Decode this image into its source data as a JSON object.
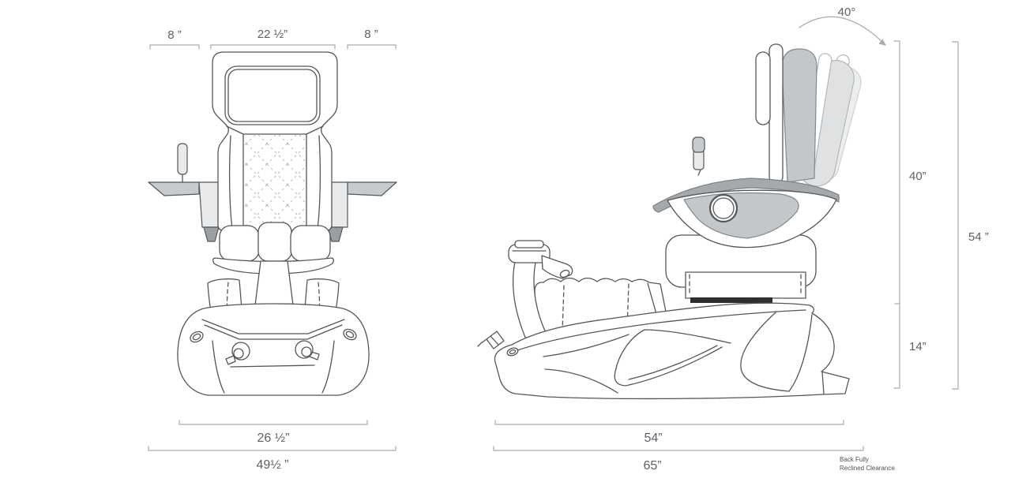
{
  "front_view": {
    "dims_top": [
      {
        "label": "8 ”"
      },
      {
        "label": "22 ½”"
      },
      {
        "label": "8 ”"
      }
    ],
    "dims_bottom": [
      {
        "label": "26 ½”"
      },
      {
        "label": "49½ ”"
      }
    ]
  },
  "side_view": {
    "recline_angle": "40°",
    "dims_right": {
      "back_height": "40”",
      "overall_height": "54 ”",
      "base_height": "14”"
    },
    "dims_bottom": [
      {
        "label": "54”"
      },
      {
        "label": "65”"
      }
    ],
    "note_line1": "Back Fully",
    "note_line2": "Reclined Clearance"
  },
  "colors": {
    "line": "#53575a",
    "dim_line": "#a7aaac",
    "dim_text": "#5d6165",
    "gray_ghost_light": "#eceded",
    "gray_panel": "#e9eaeb",
    "gray_ghost": "#dfe1e3",
    "gray_tray": "#c8cbcd",
    "gray_cushion": "#c4c7c9",
    "gray_crescent": "#a6a9ac",
    "gray_wedge": "#9b9fa2",
    "band_dark": "#2e2f30"
  }
}
